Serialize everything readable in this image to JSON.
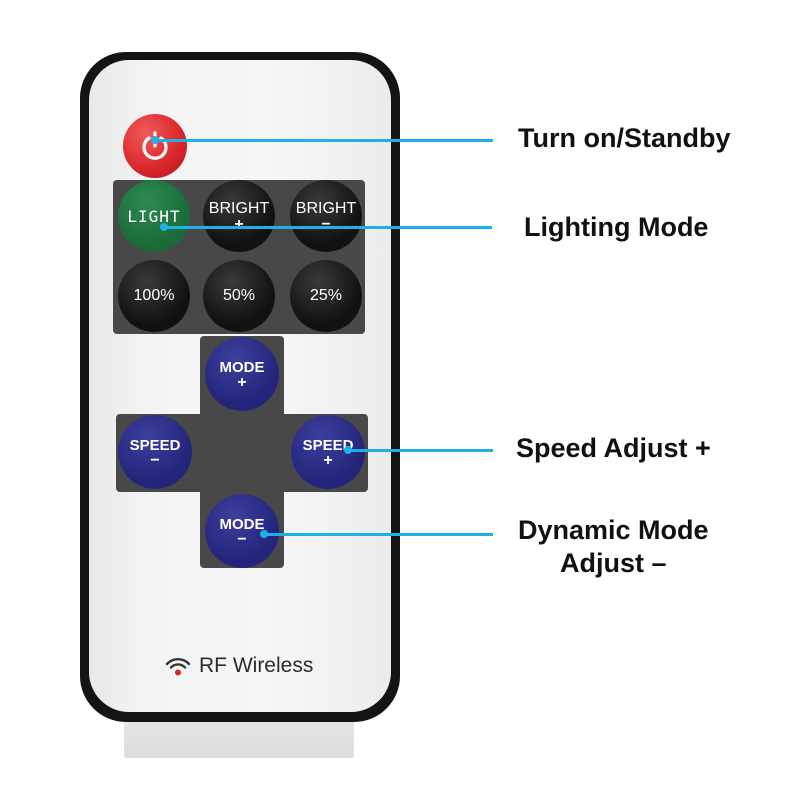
{
  "remote": {
    "buttons": {
      "light": "LIGHT",
      "bright_plus": "BRIGHT",
      "bright_plus_sym": "+",
      "bright_minus": "BRIGHT",
      "bright_minus_sym": "−",
      "pct_100": "100%",
      "pct_50": "50%",
      "pct_25": "25%",
      "mode_plus": "MODE",
      "mode_plus_sym": "+",
      "speed_minus": "SPEED",
      "speed_minus_sym": "−",
      "speed_plus": "SPEED",
      "speed_plus_sym": "+",
      "mode_minus": "MODE",
      "mode_minus_sym": "−"
    },
    "footer": "RF Wireless"
  },
  "callouts": {
    "power": "Turn on/Standby",
    "light": "Lighting Mode",
    "speed_plus": "Speed Adjust +",
    "mode_minus_line1": "Dynamic Mode",
    "mode_minus_line2": "Adjust –"
  },
  "colors": {
    "callout_line": "#1fb0e8",
    "power_button": "#d8262a",
    "light_button": "#1a6b38",
    "mode_speed_buttons": "#24257a"
  }
}
